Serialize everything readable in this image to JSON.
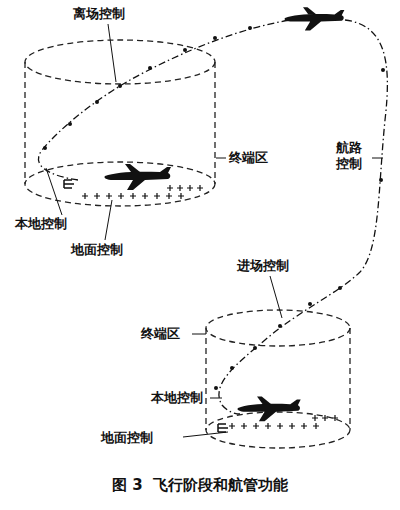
{
  "diagram": {
    "caption": "图 3  飞行阶段和航管功能",
    "labels": [
      "离场控制",
      "航路控制",
      "终端区",
      "本地控制",
      "地面控制",
      "进场控制",
      "终端区",
      "本地控制",
      "地面控制"
    ]
  }
}
